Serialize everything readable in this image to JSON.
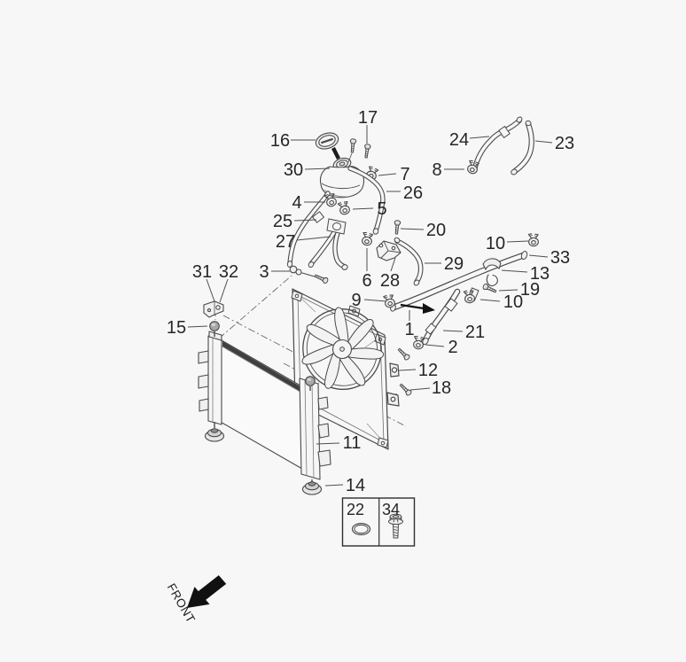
{
  "diagram": {
    "type": "exploded-parts-diagram",
    "subject": "engine cooling (radiator, cooling fan, reservoir tank, hoses)",
    "colors": {
      "background": "#f7f7f7",
      "line": "#4a4a4a",
      "label": "#262626",
      "arrow": "#111111"
    },
    "callouts": [
      {
        "text": "16"
      },
      {
        "text": "17"
      },
      {
        "text": "30"
      },
      {
        "text": "7"
      },
      {
        "text": "26"
      },
      {
        "text": "4"
      },
      {
        "text": "5"
      },
      {
        "text": "25"
      },
      {
        "text": "27"
      },
      {
        "text": "20"
      },
      {
        "text": "24"
      },
      {
        "text": "8"
      },
      {
        "text": "23"
      },
      {
        "text": "10"
      },
      {
        "text": "33"
      },
      {
        "text": "13"
      },
      {
        "text": "19"
      },
      {
        "text": "10"
      },
      {
        "text": "29"
      },
      {
        "text": "31"
      },
      {
        "text": "32"
      },
      {
        "text": "3"
      },
      {
        "text": "6"
      },
      {
        "text": "28"
      },
      {
        "text": "9"
      },
      {
        "text": "1"
      },
      {
        "text": "21"
      },
      {
        "text": "2"
      },
      {
        "text": "12"
      },
      {
        "text": "18"
      },
      {
        "text": "15"
      },
      {
        "text": "11"
      },
      {
        "text": "14"
      }
    ],
    "inset": {
      "cells": [
        {
          "text": "22"
        },
        {
          "text": "34"
        }
      ]
    },
    "front": {
      "label": "FRONT"
    }
  }
}
